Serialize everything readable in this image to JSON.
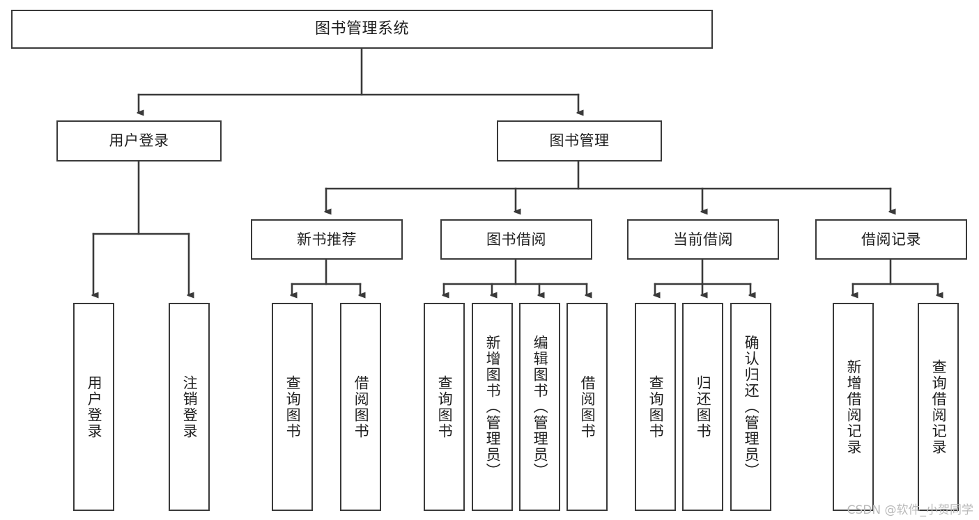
{
  "diagram": {
    "title": "图书管理系统",
    "type": "tree-hierarchy-diagram",
    "root": {
      "label": "图书管理系统"
    },
    "level2": [
      {
        "label": "用户登录"
      },
      {
        "label": "图书管理"
      }
    ],
    "level3": [
      {
        "label": "新书推荐"
      },
      {
        "label": "图书借阅"
      },
      {
        "label": "当前借阅"
      },
      {
        "label": "借阅记录"
      }
    ],
    "leaves": {
      "user_login": [
        {
          "label": "用户登录"
        },
        {
          "label": "注销登录"
        }
      ],
      "new_book_recommend": [
        {
          "label": "查询图书"
        },
        {
          "label": "借阅图书"
        }
      ],
      "book_borrow": [
        {
          "label": "查询图书"
        },
        {
          "label": "新增图书（管理员）"
        },
        {
          "label": "编辑图书（管理员）"
        },
        {
          "label": "借阅图书"
        }
      ],
      "current_borrow": [
        {
          "label": "查询图书"
        },
        {
          "label": "归还图书"
        },
        {
          "label": "确认归还（管理员）"
        }
      ],
      "borrow_record": [
        {
          "label": "新增借阅记录"
        },
        {
          "label": "查询借阅记录"
        }
      ]
    }
  },
  "watermark": {
    "text": "CSDN @软件_小贺同学"
  },
  "colors": {
    "box_border": "#3a3a3a",
    "edge": "#3a3a3a",
    "text": "#1f1f1f",
    "background": "#ffffff",
    "watermark": "#b9b9b9"
  }
}
